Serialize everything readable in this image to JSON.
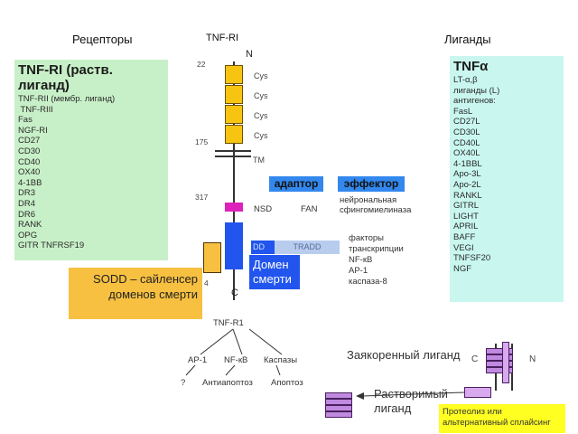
{
  "headers": {
    "receptors": "Рецепторы",
    "tnfri": "TNF-RI",
    "ligands": "Лиганды"
  },
  "receptor_box": {
    "title": "TNF-RI (раств. лиганд)",
    "items": [
      "TNF-RII (мембр. лиганд)",
      " TNF-RIII",
      "Fas",
      "NGF-RI",
      "CD27",
      "CD30",
      "CD40",
      "OX40",
      "4-1BB",
      "DR3",
      "DR4",
      "DR6",
      "RANK",
      "OPG",
      "GITR TNFRSF19"
    ]
  },
  "ligand_box": {
    "title": "TNFα",
    "items": [
      "LT-α,β",
      "лиганды (L)",
      "антигенов:",
      "FasL",
      "CD27L",
      "CD30L",
      "CD40L",
      "OX40L",
      "4-1BBL",
      "Apo-3L",
      "Apo-2L",
      "RANKL",
      "GITRL",
      "LIGHT",
      "APRIL",
      "BAFF",
      "VEGI",
      "TNFSF20",
      "NGF"
    ]
  },
  "receptor_diagram": {
    "n_label": "N",
    "c_label": "C",
    "num_22": "22",
    "num_175": "175",
    "num_317": "317",
    "num_4": "4",
    "cys": [
      "Cys",
      "Cys",
      "Cys",
      "Cys"
    ],
    "tm": "TM",
    "nsd": "NSD",
    "fan": "FAN",
    "dd": "DD",
    "tradd": "TRADD",
    "death_domain": "Домен смерти",
    "sodd": "SODD – сайленсер доменов смерти"
  },
  "adaptor": "адаптор",
  "effector": "эффектор",
  "effector_desc": "нейрональная сфингомиелиназа",
  "transcription": {
    "title": "факторы транскрипции",
    "items": [
      "NF-кB",
      "AP-1",
      "каспаза-8"
    ]
  },
  "tree": {
    "root": "TNF-R1",
    "branches": [
      "AP-1",
      "NF-кB",
      "Каспазы"
    ],
    "outcomes": [
      "?",
      "Антиапоптоз",
      "Апоптоз"
    ]
  },
  "anchored_ligand": "Заякоренный лиганд",
  "anchored_c": "C",
  "anchored_n": "N",
  "soluble_ligand": "Растворимый лиганд",
  "proteolysis": "Протеолиз или альтернативный сплайсинг",
  "colors": {
    "receptor_box": "#c8f0c8",
    "ligand_box": "#c9f7ef",
    "sodd_box": "#f7c040",
    "cysteine": "#f8c412",
    "death_domain": "#2255ee",
    "adaptor": "#3388ee",
    "ligand": "#c08ae0",
    "proteolysis_box": "#ffff22"
  }
}
